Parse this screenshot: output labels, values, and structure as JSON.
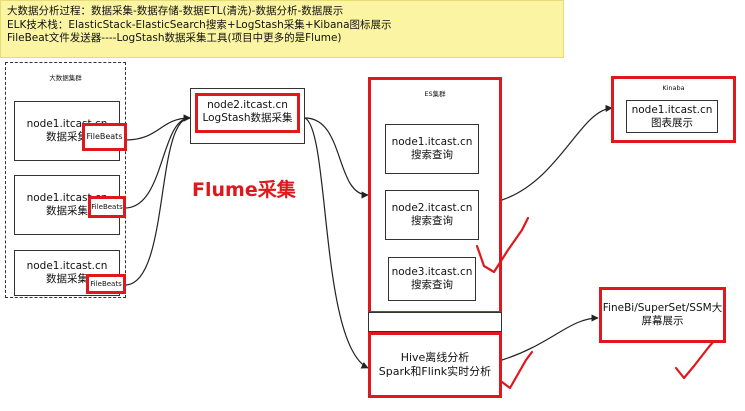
{
  "note": {
    "line1": "大数据分析过程：数据采集-数据存储-数据ETL(清洗)-数据分析-数据展示",
    "line2": "ELK技术栈：ElasticStack-ElasticSearch搜索+LogStash采集+Kibana图标展示",
    "line3": "FileBeat文件发送器----LogStash数据采集工具(项目中更多的是Flume)"
  },
  "cluster": {
    "title": "大数据集群",
    "nodes": [
      {
        "host": "node1.itcast.cn",
        "role": "数据采集",
        "beat": "FileBeats"
      },
      {
        "host": "node1.itcast.cn",
        "role": "数据采集",
        "beat": "FileBeats"
      },
      {
        "host": "node1.itcast.cn",
        "role": "数据采集",
        "beat": "FileBeats"
      }
    ]
  },
  "logstash": {
    "host": "node2.itcast.cn",
    "role": "LogStash数据采集"
  },
  "flume_label": "Flume采集",
  "es": {
    "title": "ES集群",
    "nodes": [
      {
        "host": "node1.itcast.cn",
        "role": "搜索查询"
      },
      {
        "host": "node2.itcast.cn",
        "role": "搜索查询"
      },
      {
        "host": "node3.itcast.cn",
        "role": "搜索查询"
      }
    ],
    "hive_line1": "Hive离线分析",
    "hive_line2": "Spark和Flink实时分析"
  },
  "kibana": {
    "title": "Kinaba",
    "host": "node1.itcast.cn",
    "role": "图表展示"
  },
  "finebi": {
    "line1": "FineBi/SuperSet/SSM大",
    "line2": "屏幕展示"
  },
  "colors": {
    "annotation": "#e0171d",
    "note_bg": "#fbf5a3"
  }
}
